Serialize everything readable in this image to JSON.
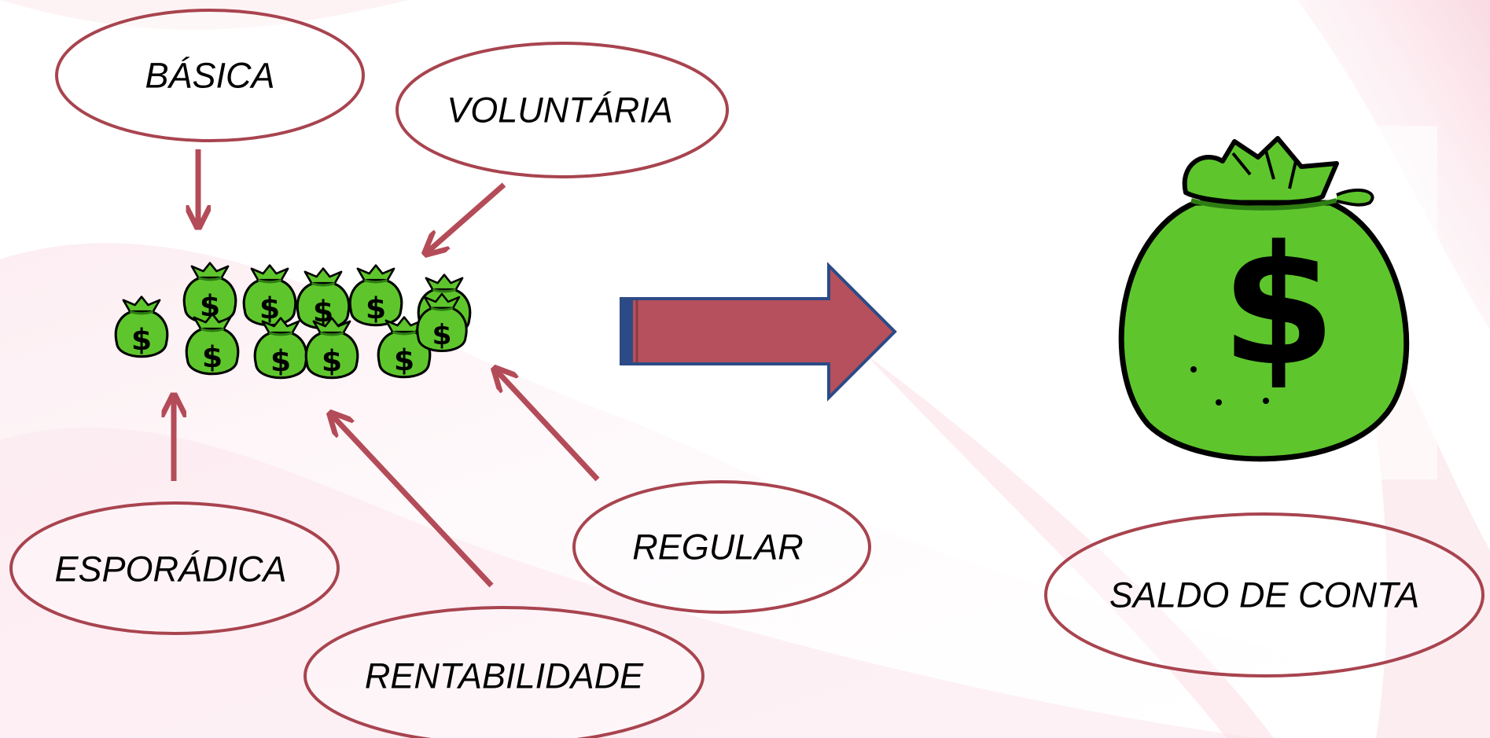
{
  "diagram": {
    "sources": [
      {
        "id": "basica",
        "label": "BÁSICA"
      },
      {
        "id": "voluntaria",
        "label": "VOLUNTÁRIA"
      },
      {
        "id": "esporadica",
        "label": "ESPORÁDICA"
      },
      {
        "id": "rentabilidade",
        "label": "RENTABILIDADE"
      },
      {
        "id": "regular",
        "label": "REGULAR"
      }
    ],
    "result": {
      "label": "SALDO DE CONTA"
    },
    "money_symbol": "$",
    "colors": {
      "ellipse_stroke": "#a8444f",
      "arrow_stroke": "#b34c58",
      "big_arrow_fill": "#b5505c",
      "big_arrow_stroke": "#2c4b86",
      "bag_green": "#5ec62c",
      "bag_dark_green": "#2e7d12",
      "ink": "#000000"
    }
  }
}
